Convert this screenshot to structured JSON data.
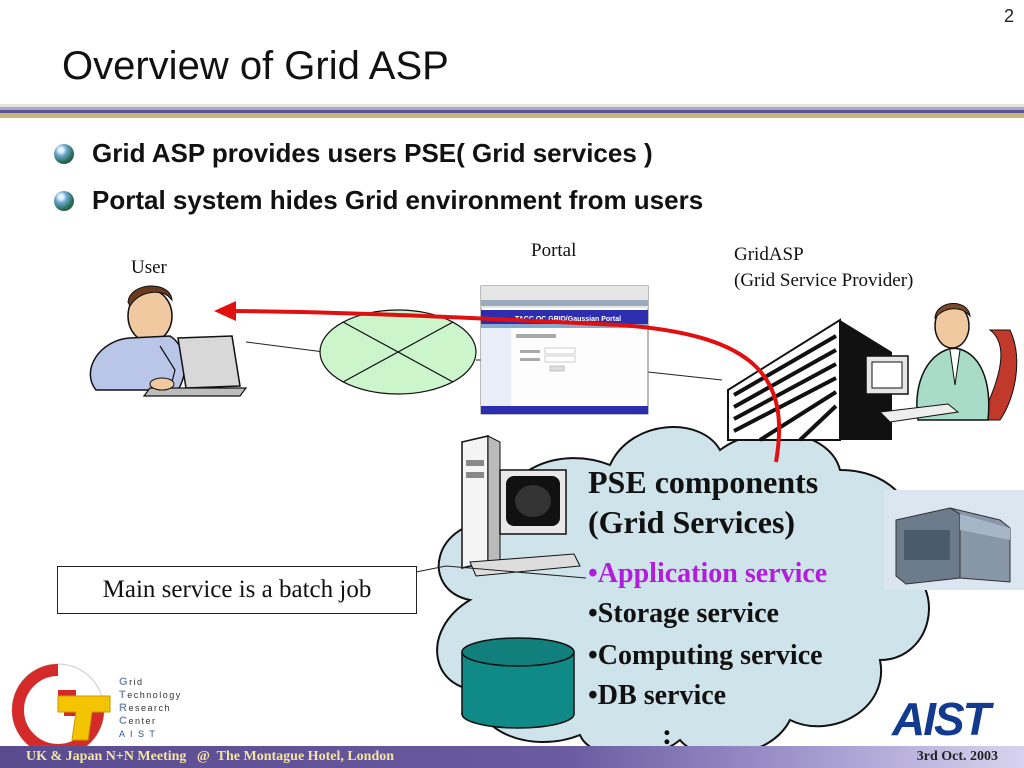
{
  "slide": {
    "number": "2",
    "title": "Overview of Grid ASP"
  },
  "bullets": [
    "Grid ASP provides users PSE( Grid services )",
    "Portal system hides Grid environment from users"
  ],
  "diagram": {
    "portal_label": "Portal",
    "user_label": "User",
    "gridasp_label_line1": "GridASP",
    "gridasp_label_line2": "(Grid Service Provider)",
    "portal_window_title": "TACC QC GRID/Gaussian Portal",
    "batch_note": "Main service is a batch job",
    "pse_title_line1": "PSE components",
    "pse_title_line2": "(Grid Services)",
    "pse_items": [
      "•Application service",
      "•Storage service",
      "•Computing service",
      "•DB service"
    ],
    "pse_ellipsis": ":",
    "arrow_color": "#e01010",
    "accent_color": "#b21ddb",
    "icons": [
      "user-with-laptop-icon",
      "network-icon",
      "portal-screenshot-icon",
      "office-building-icon",
      "operator-icon",
      "workstation-computer-icon",
      "database-cylinder-icon",
      "supercomputer-photo-icon"
    ]
  },
  "logos": {
    "grc_letters": [
      "G",
      "T",
      "R",
      "C"
    ],
    "grc_words": [
      "rid",
      "echnology",
      "esearch",
      "enter"
    ],
    "grc_sub": "A I S T",
    "aist": "AIST"
  },
  "footer": {
    "left": "UK & Japan N+N Meeting   @  The Montague Hotel, London",
    "right": "3rd Oct. 2003"
  }
}
